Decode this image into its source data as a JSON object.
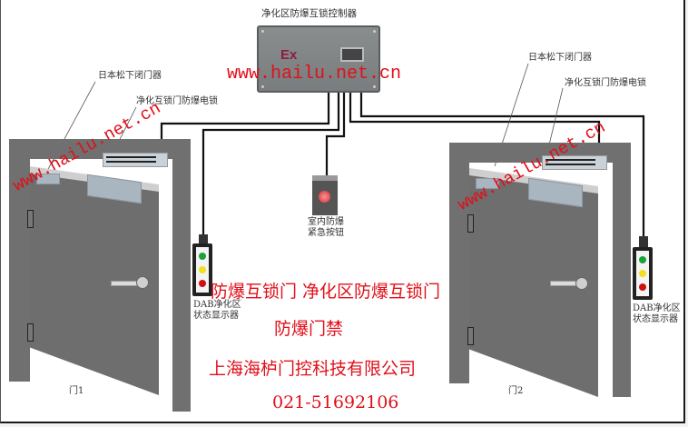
{
  "controller": {
    "title": "净化区防爆互锁控制器",
    "badge": "Ex"
  },
  "watermarks": {
    "top": "www.hailu.net.cn",
    "door1": "www.hailu.net.cn",
    "door2": "www.hailu.net.cn"
  },
  "door1": {
    "closer_label": "日本松下闭门器",
    "lock_label": "净化互锁门防爆电锁",
    "name": "门1",
    "status_display_label_line1": "DAB净化区",
    "status_display_label_line2": "状态显示器"
  },
  "door2": {
    "closer_label": "日本松下闭门器",
    "lock_label": "净化互锁门防爆电锁",
    "name": "门2",
    "status_display_label_line1": "DAB净化区",
    "status_display_label_line2": "状态显示器"
  },
  "emergency_button": {
    "label_line1": "室内防爆",
    "label_line2": "紧急按钮"
  },
  "status_led_colors": [
    "#1aa13a",
    "#f0e020",
    "#d01010"
  ],
  "promo": {
    "line1": "防爆互锁门 净化区防爆互锁门",
    "line2": "防爆门禁",
    "line3": "上海海栌门控科技有限公司",
    "line4": "021-51692106"
  },
  "colors": {
    "accent_red": "#e0101a",
    "door_gray": "#6e6e6e"
  }
}
